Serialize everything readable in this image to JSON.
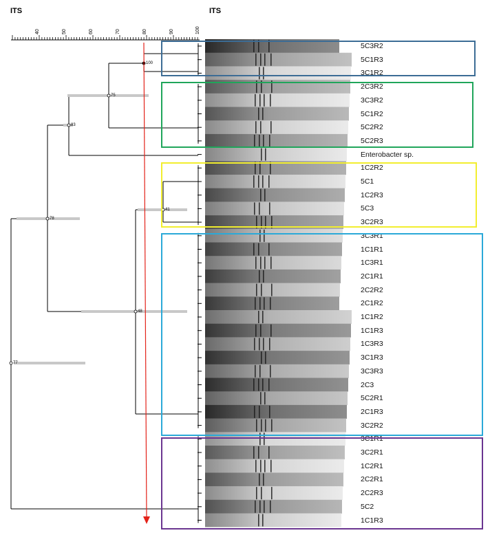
{
  "headers": {
    "left": "ITS",
    "right": "ITS"
  },
  "scale": {
    "ticks": [
      "40",
      "50",
      "60",
      "70",
      "80",
      "90",
      "100"
    ]
  },
  "strains": [
    "5C3R2",
    "5C1R3",
    "3C1R2",
    "2C3R2",
    "3C3R2",
    "5C1R2",
    "5C2R2",
    "5C2R3",
    "Enterobacter sp.",
    "1C2R2",
    "5C1",
    "1C2R3",
    "5C3",
    "3C2R3",
    "3C3R1",
    "1C1R1",
    "1C3R1",
    "2C1R1",
    "2C2R2",
    "2C1R2",
    "1C1R2",
    "1C1R3",
    "1C3R3",
    "3C1R3",
    "3C3R3",
    "2C3",
    "5C2R1",
    "2C1R3",
    "3C2R2",
    "3C1R1",
    "3C2R1",
    "1C2R1",
    "2C2R1",
    "2C2R3",
    "5C2",
    "1C1R3"
  ],
  "nodes": [
    {
      "label": "100"
    },
    {
      "label": "75"
    },
    {
      "label": "83"
    },
    {
      "label": "78"
    },
    {
      "label": "41"
    },
    {
      "label": "48"
    },
    {
      "label": "77"
    }
  ],
  "cluster_colors": [
    "#3c6c95",
    "#1fa55a",
    "#f2ee2e",
    "#2aa9d8",
    "#6a3590"
  ],
  "cutoff_line_color": "#e32219"
}
